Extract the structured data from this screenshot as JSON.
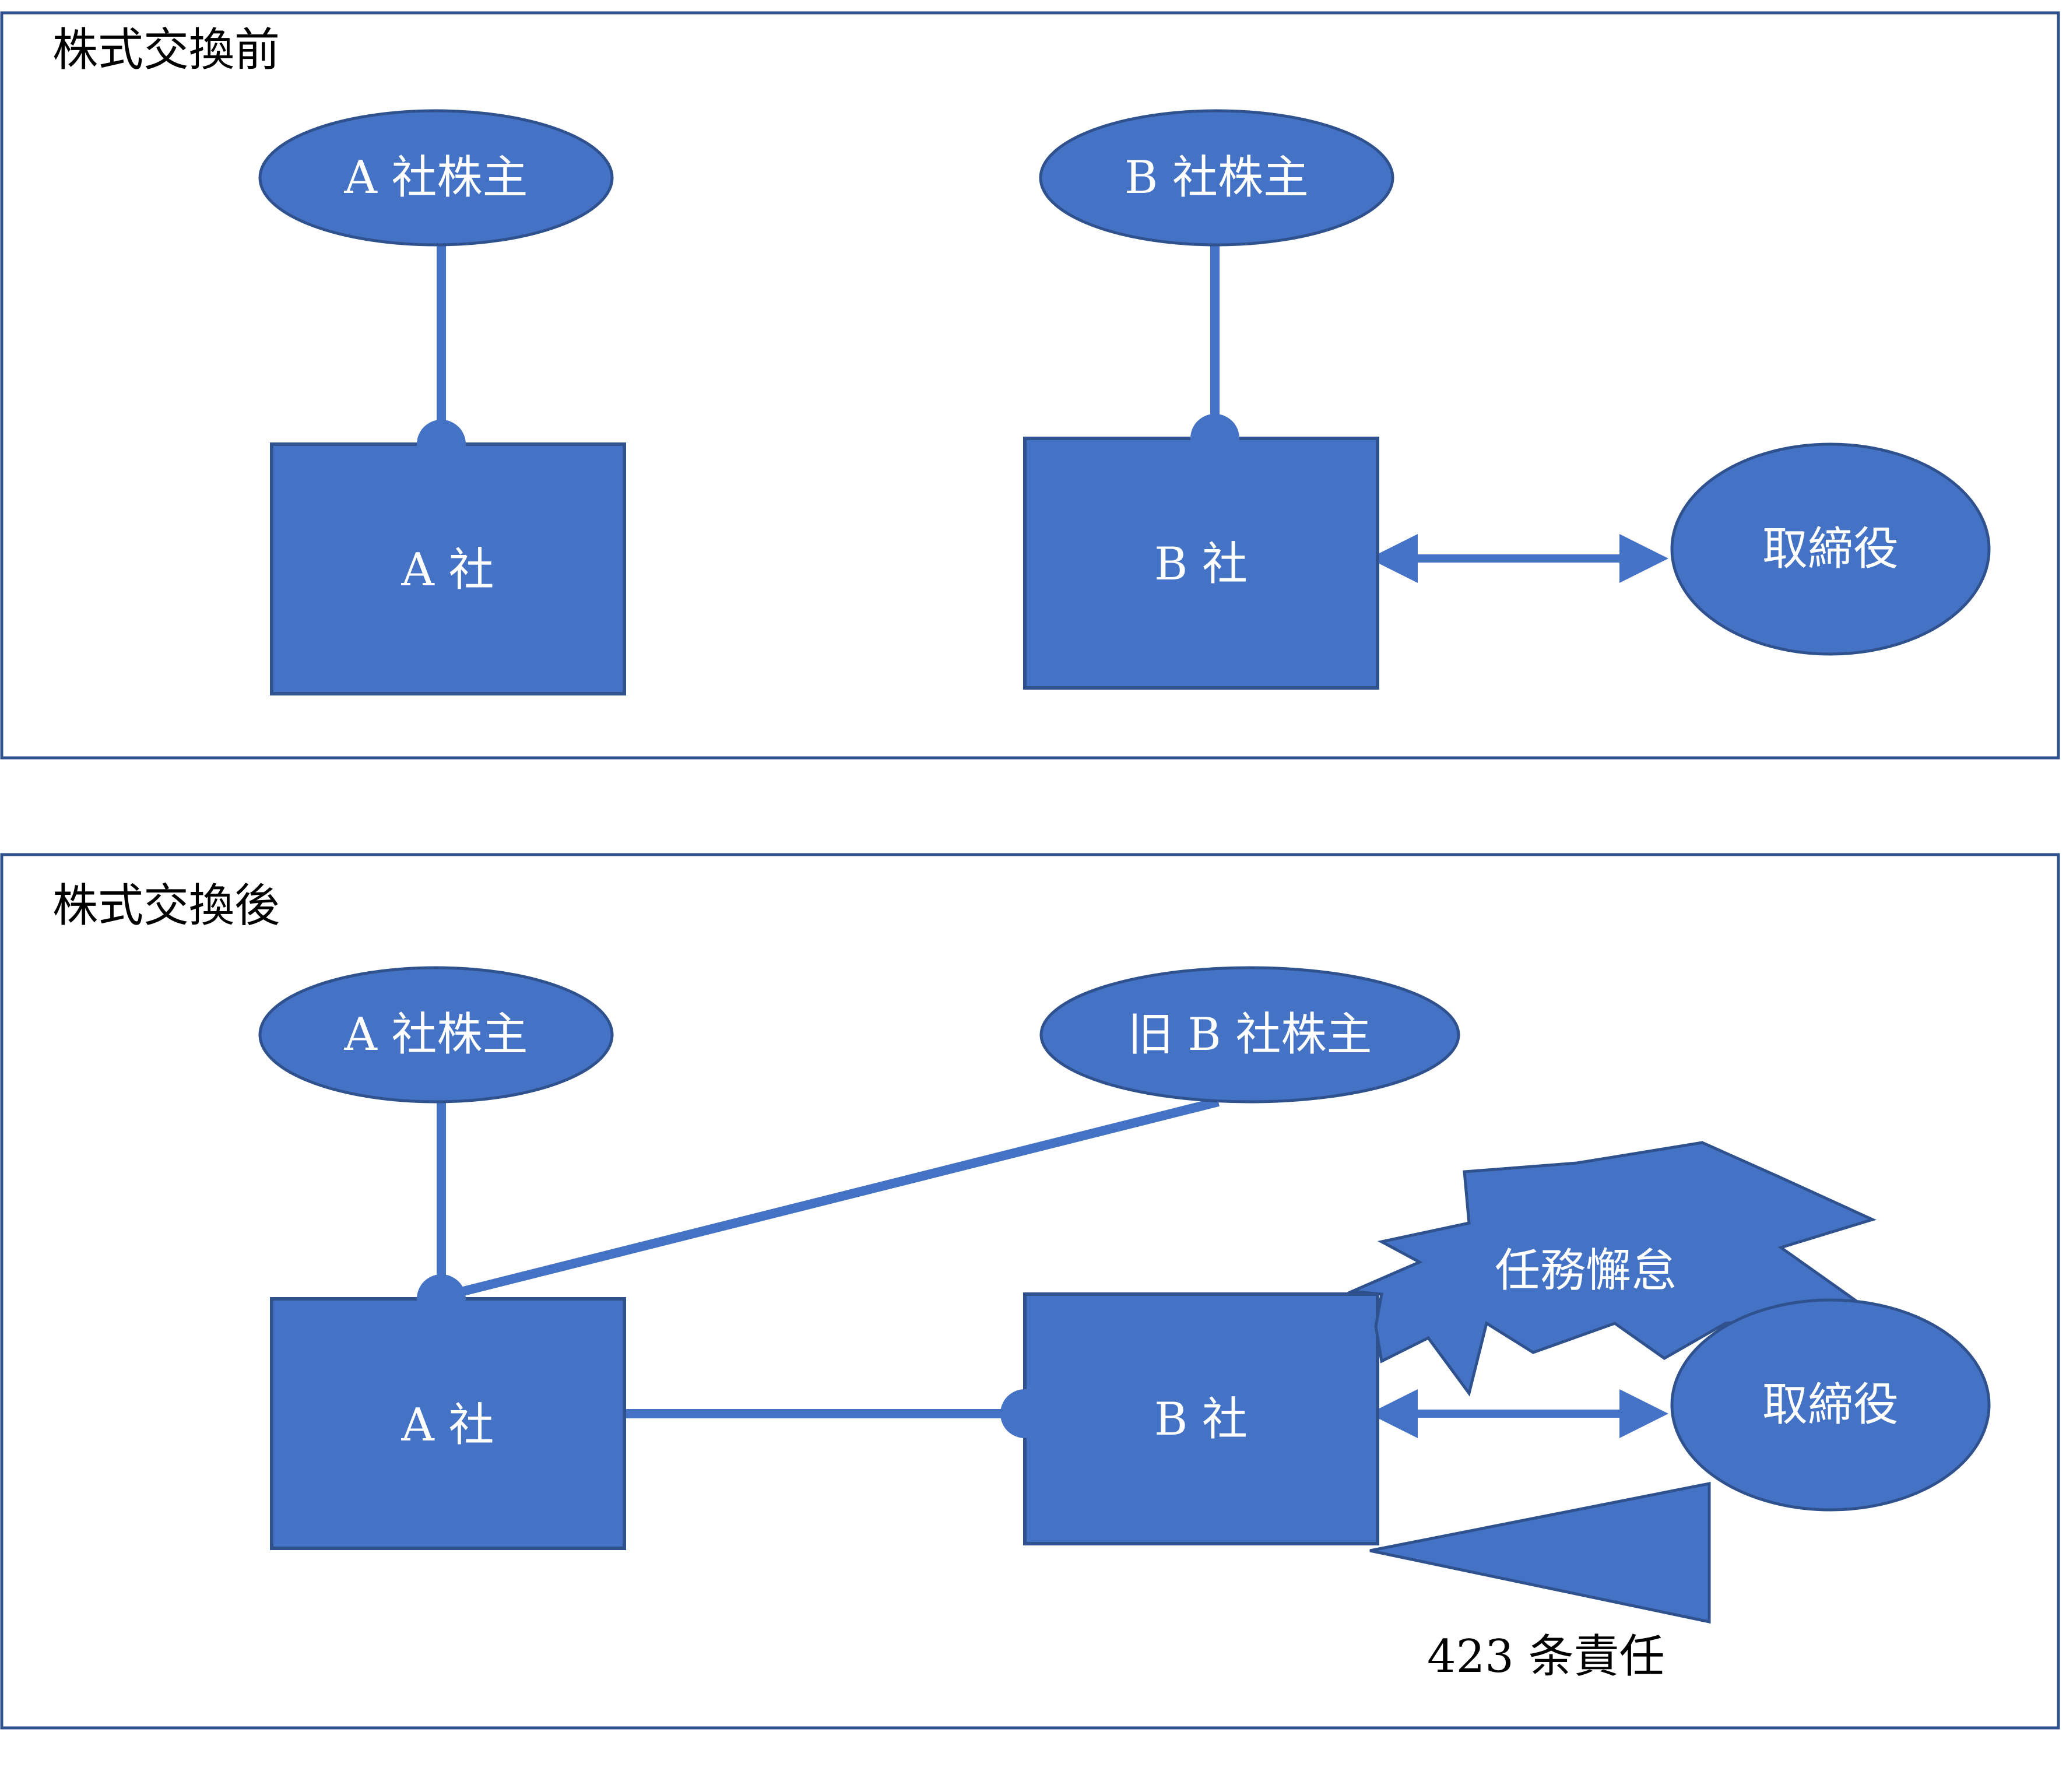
{
  "colors": {
    "shape_fill": "#4472C4",
    "shape_stroke": "#2F528F",
    "connector": "#4472C4",
    "frame": "#2F528F"
  },
  "before": {
    "title": "株式交換前",
    "a_shareholders": "A 社株主",
    "b_shareholders": "B 社株主",
    "a_company": "A 社",
    "b_company": "B 社",
    "directors": "取締役"
  },
  "after": {
    "title": "株式交換後",
    "a_shareholders": "A 社株主",
    "former_b_shareholders": "旧 B 社株主",
    "a_company": "A 社",
    "b_company": "B 社",
    "directors": "取締役",
    "neglect_burst": "任務懈怠",
    "liability_label": "423 条責任"
  }
}
